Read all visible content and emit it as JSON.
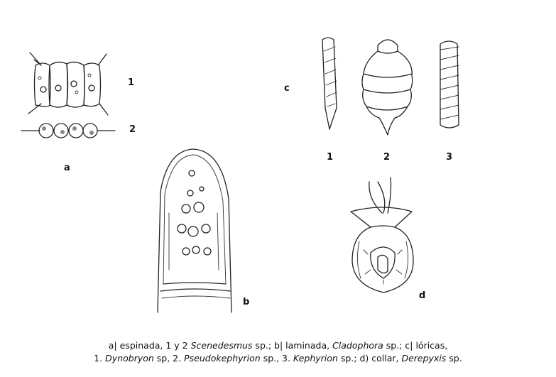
{
  "labels": {
    "a": "a",
    "a1": "1",
    "a2": "2",
    "b": "b",
    "c": "c",
    "c1": "1",
    "c2": "2",
    "c3": "3",
    "d": "d"
  },
  "caption": {
    "line1_a": "a| espinada, 1 y 2 ",
    "line1_a_italic": "Scenedesmus",
    "line1_b": " sp.; b| laminada, ",
    "line1_b_italic": "Cladophora",
    "line1_c": " sp.; c| lóricas,",
    "line2_a": "1. ",
    "line2_a_italic": "Dynobryon",
    "line2_b": " sp, 2. ",
    "line2_b_italic": "Pseudokephyrion",
    "line2_c": " sp., 3. ",
    "line2_c_italic": "Kephyrion",
    "line2_d": " sp.; d) collar, ",
    "line2_d_italic": "Derepyxis",
    "line2_e": " sp."
  }
}
